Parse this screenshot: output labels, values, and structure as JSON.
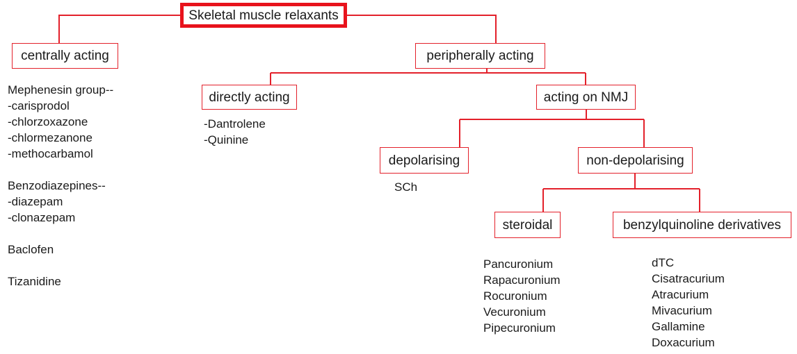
{
  "diagram": {
    "title": "Skeletal muscle relaxants",
    "accent_color": "#e3202a",
    "root_border_color": "#e8131c",
    "text_color": "#1a1a1a",
    "background": "#ffffff"
  },
  "nodes": {
    "root": "Skeletal muscle relaxants",
    "centrally_acting": "centrally acting",
    "peripherally_acting": "peripherally acting",
    "directly_acting": "directly acting",
    "acting_on_nmj": "acting on NMJ",
    "depolarising": "depolarising",
    "non_depolarising": "non-depolarising",
    "steroidal": "steroidal",
    "benzylquinoline": "benzylquinoline derivatives"
  },
  "lists": {
    "centrally_acting_drugs": [
      "Mephenesin group--",
      "-carisprodol",
      "-chlorzoxazone",
      "-chlormezanone",
      "-methocarbamol",
      "",
      "Benzodiazepines--",
      "-diazepam",
      "-clonazepam",
      "",
      "Baclofen",
      "",
      "Tizanidine"
    ],
    "directly_acting_drugs": [
      "-Dantrolene",
      "-Quinine"
    ],
    "depolarising_drugs": [
      "SCh"
    ],
    "steroidal_drugs": [
      "Pancuronium",
      "Rapacuronium",
      "Rocuronium",
      "Vecuronium",
      "Pipecuronium"
    ],
    "benzylquinoline_drugs": [
      "dTC",
      "Cisatracurium",
      "Atracurium",
      "Mivacurium",
      "Gallamine",
      "Doxacurium"
    ]
  }
}
